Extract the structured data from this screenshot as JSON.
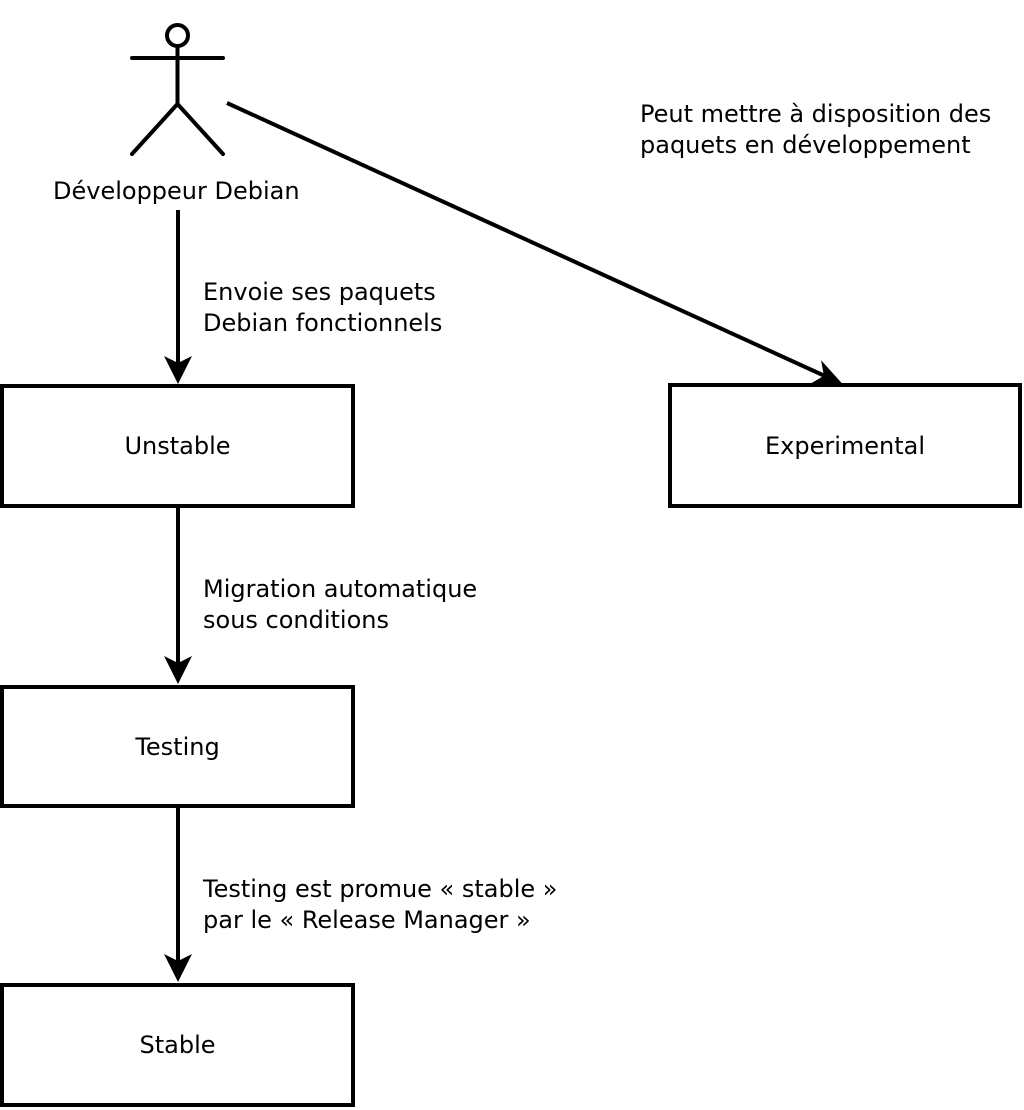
{
  "actor_label": "Développeur Debian",
  "boxes": {
    "unstable": "Unstable",
    "experimental": "Experimental",
    "testing": "Testing",
    "stable": "Stable"
  },
  "annotations": {
    "to_experimental": {
      "line1": "Peut mettre à disposition des",
      "line2": "paquets en développement"
    },
    "to_unstable": {
      "line1": "Envoie ses paquets",
      "line2": "Debian fonctionnels"
    },
    "to_testing": {
      "line1": "Migration automatique",
      "line2": "sous conditions"
    },
    "to_stable": {
      "line1": "Testing est promue « stable »",
      "line2": "par le « Release Manager »"
    }
  },
  "colors": {
    "stroke": "#000000",
    "background": "#ffffff"
  }
}
